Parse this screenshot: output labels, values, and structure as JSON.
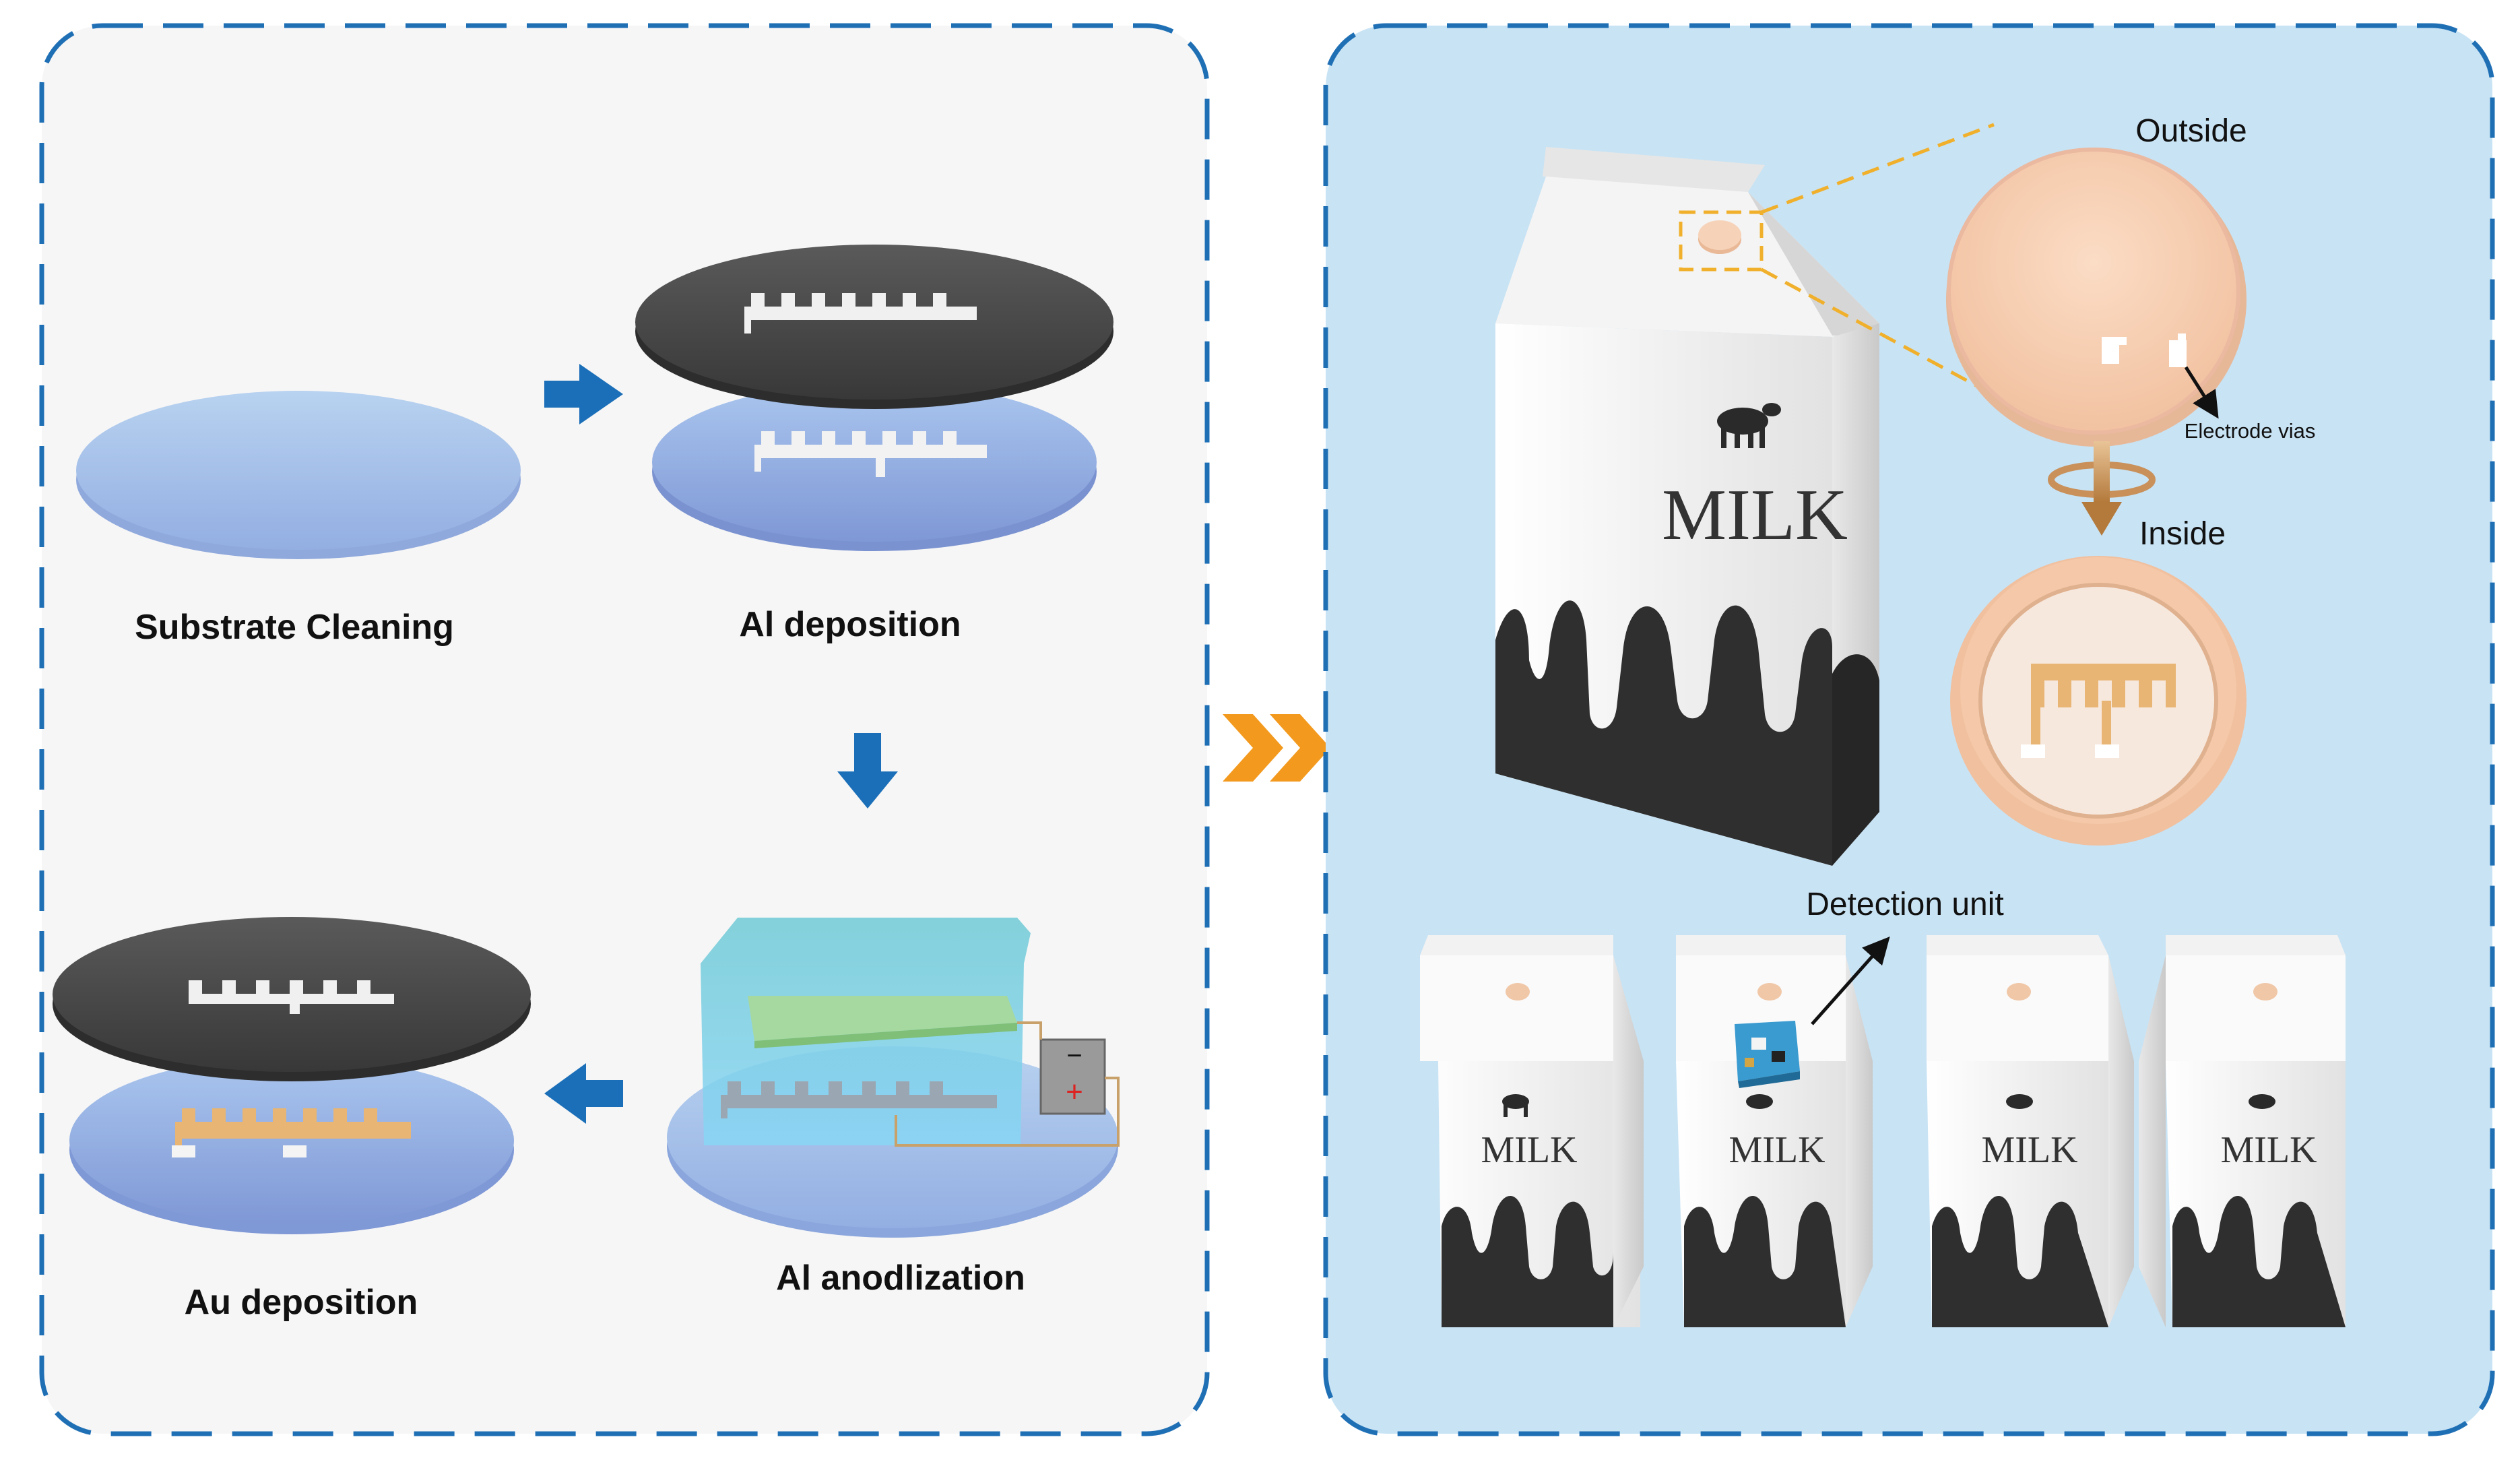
{
  "left_panel": {
    "steps": [
      {
        "label": "Substrate Cleaning"
      },
      {
        "label": "Al deposition"
      },
      {
        "label": "Al anodlization"
      },
      {
        "label": "Au deposition"
      }
    ]
  },
  "right_panel": {
    "outside_label": "Outside",
    "inside_label": "Inside",
    "electrode_vias_label": "Electrode vias",
    "detection_unit_label": "Detection unit",
    "carton_text": "MILK"
  },
  "colors": {
    "left_bg": "#f6f6f6",
    "right_bg": "#c8e3f4",
    "border": "#1f6fb5",
    "arrow_blue": "#1b6fb8",
    "arrow_orange": "#f39a1e",
    "substrate": "#a9c4ea",
    "mask": "#4a4a4a",
    "lid": "#f4cdb0",
    "au_electrode": "#e8b574",
    "electrolyte": "#6cc7d6",
    "anode_plate": "#a6d9a0"
  }
}
